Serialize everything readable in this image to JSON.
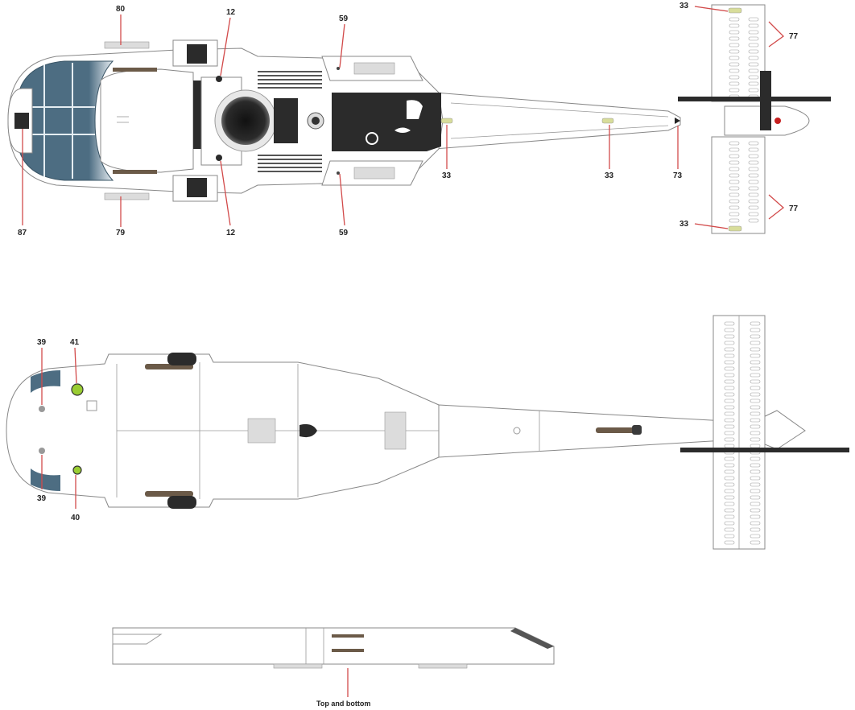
{
  "top_view": {
    "callouts": {
      "c80": "80",
      "c12_top": "12",
      "c59_top": "59",
      "c33_tr": "33",
      "c77_top": "77",
      "c87": "87",
      "c79": "79",
      "c12_bottom": "12",
      "c59_bottom": "59",
      "c33_boom1": "33",
      "c33_boom2": "33",
      "c73": "73",
      "c33_br": "33",
      "c77_bottom": "77"
    }
  },
  "bottom_view": {
    "callouts": {
      "c39_top": "39",
      "c41": "41",
      "c39_bottom": "39",
      "c40": "40"
    }
  },
  "stabilizer_view": {
    "caption": "Top and bottom"
  },
  "colors": {
    "canopy": "#4d6d82",
    "leader": "#d24a4a",
    "dark_panel": "#2b2b2b",
    "nav_light_green": "#9acd32",
    "strip_light": "#d8dd9a"
  }
}
